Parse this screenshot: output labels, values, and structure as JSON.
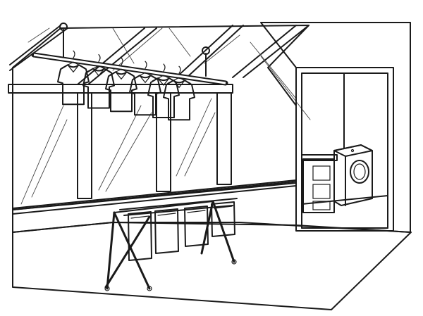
{
  "scene": {
    "colors": {
      "ink": "#1a1a1a",
      "wall": "#c8c8c8",
      "wall_dark": "#9d9d9d",
      "floor": "#d2d2d2",
      "glass": "#ffffff",
      "shirt_light": "#ffffff",
      "shirt_mid": "#b5b5b5",
      "shirt_dark": "#7a7a7a",
      "towel": "#ffffff",
      "washer": "#f0f0f0",
      "paper": "#ffffff"
    },
    "shirts": [
      {
        "shade": "light"
      },
      {
        "shade": "mid"
      },
      {
        "shade": "light"
      },
      {
        "shade": "dark"
      },
      {
        "shade": "light"
      },
      {
        "shade": "mid"
      }
    ],
    "towels": [
      {
        "shade": "light"
      },
      {
        "shade": "light"
      },
      {
        "shade": "light"
      },
      {
        "shade": "light"
      }
    ]
  }
}
